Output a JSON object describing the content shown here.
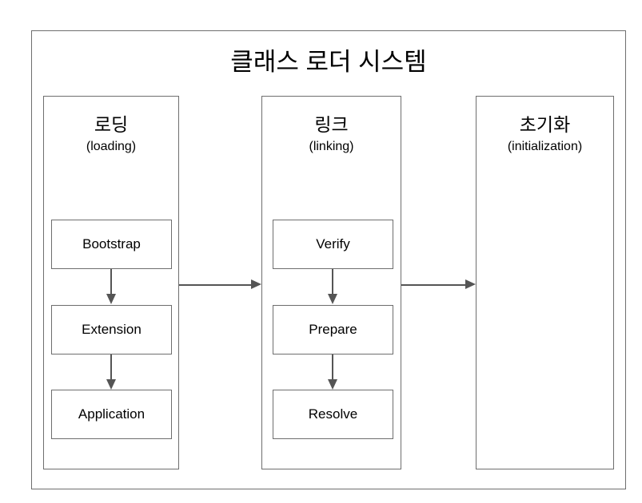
{
  "diagram": {
    "title": "클래스 로더 시스템",
    "frame_color": "#6e6e6e",
    "arrow_color": "#555555",
    "background": "#ffffff",
    "phases": [
      {
        "name_ko": "로딩",
        "name_en": "(loading)",
        "steps": [
          {
            "label": "Bootstrap"
          },
          {
            "label": "Extension"
          },
          {
            "label": "Application"
          }
        ]
      },
      {
        "name_ko": "링크",
        "name_en": "(linking)",
        "steps": [
          {
            "label": "Verify"
          },
          {
            "label": "Prepare"
          },
          {
            "label": "Resolve"
          }
        ]
      },
      {
        "name_ko": "초기화",
        "name_en": "(initialization)",
        "steps": []
      }
    ],
    "phase_links": [
      {
        "from": "로딩",
        "to": "링크"
      },
      {
        "from": "링크",
        "to": "초기화"
      }
    ]
  }
}
